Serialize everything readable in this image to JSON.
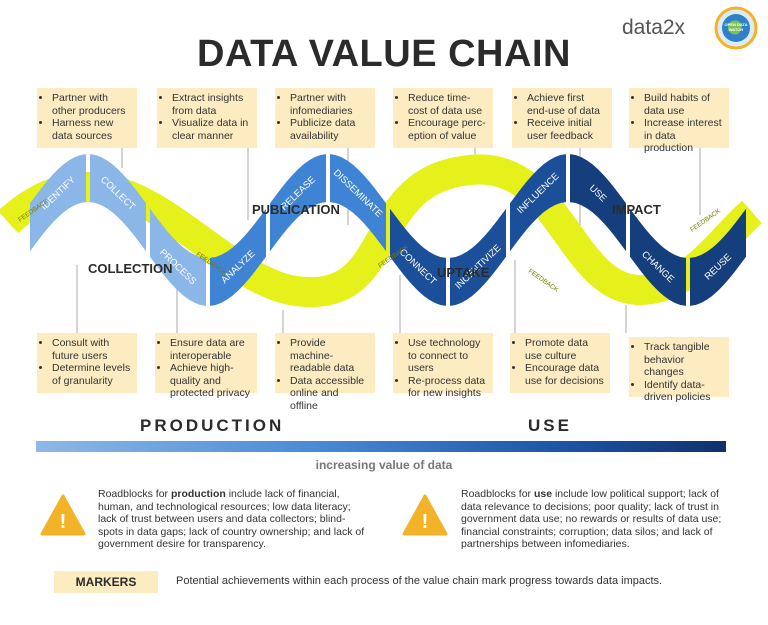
{
  "title": "DATA VALUE CHAIN",
  "logos": {
    "data2x": "data2x",
    "odw": "OPEN DATA WATCH"
  },
  "stages": {
    "publication": "PUBLICATION",
    "impact": "IMPACT",
    "collection": "COLLECTION",
    "uptake": "UPTAKE"
  },
  "segments": [
    "IDENTIFY",
    "COLLECT",
    "PROCESS",
    "ANALYZE",
    "RELEASE",
    "DISSEMINATE",
    "CONNECT",
    "INCENTIVIZE",
    "INFLUENCE",
    "USE",
    "CHANGE",
    "REUSE"
  ],
  "feedback": "FEEDBACK",
  "top_notes": [
    [
      "Partner with other producers",
      "Harness new data sources"
    ],
    [
      "Extract insights from data",
      "Visualize data in clear manner"
    ],
    [
      "Partner with infomediaries",
      "Publicize data availability"
    ],
    [
      "Reduce time-cost of data use",
      "Encourage perc-eption of value"
    ],
    [
      "Achieve first end-use of data",
      "Receive initial user feedback"
    ],
    [
      "Build habits of data use",
      "Increase interest in data production"
    ]
  ],
  "bottom_notes": [
    [
      "Consult with future users",
      "Determine levels of granularity"
    ],
    [
      "Ensure data are interoperable",
      "Achieve high-quality and protected privacy"
    ],
    [
      "Provide machine-readable data",
      "Data accessible online and offline"
    ],
    [
      "Use technology to connect to users",
      "Re-process data for new insights"
    ],
    [
      "Promote data use culture",
      "Encourage data use for decisions"
    ],
    [
      "Track tangible behavior changes",
      "Identify data-driven policies"
    ]
  ],
  "production_label": "PRODUCTION",
  "use_label": "USE",
  "value_label": "increasing value of data",
  "roadblocks": {
    "production_pre": "Roadblocks for ",
    "production_bold": "production",
    "production_post": " include lack of financial, human, and technological resources; low data literacy; lack of trust between users and data collectors; blind-spots in data gaps; lack of country ownership; and lack of government desire for transparency.",
    "use_pre": "Roadblocks for ",
    "use_bold": "use",
    "use_post": " include low political support; lack of data relevance to decisions; poor quality; lack of trust in government data use; no rewards or results of data use; financial constraints; corruption; data silos; and lack of partnerships between infomediaries."
  },
  "warning_icon": "!",
  "markers": {
    "label": "MARKERS",
    "text": "Potential achievements within each process of the value chain mark progress towards data impacts."
  },
  "colors": {
    "segments": [
      "#8bb6e8",
      "#8bb6e8",
      "#8bb6e8",
      "#3f84d4",
      "#3f84d4",
      "#3f84d4",
      "#1c4f9a",
      "#1c4f9a",
      "#1c4f9a",
      "#153e7c",
      "#153e7c",
      "#153e7c"
    ],
    "feedback_band": "#e6f01a",
    "note_bg": "#fdebc2",
    "warning": "#f3b328"
  }
}
